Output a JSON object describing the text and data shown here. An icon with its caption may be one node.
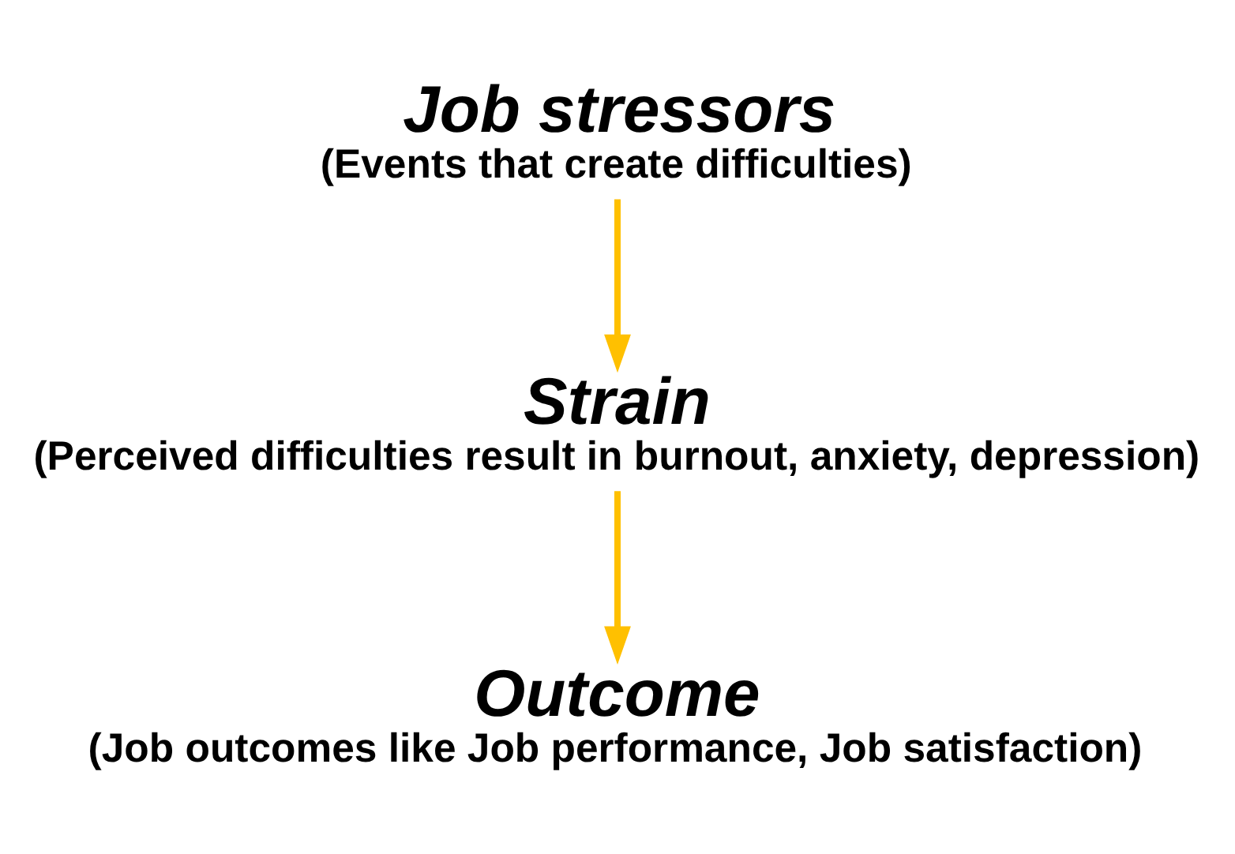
{
  "diagram": {
    "nodes": [
      {
        "text": [
          "Job stressors",
          "(Events that create difficulties)"
        ]
      },
      {
        "text": [
          "Strain",
          "(Perceived difficulties result in burnout, anxiety, depression)"
        ]
      },
      {
        "text": [
          "Outcome",
          "(Job outcomes like Job performance, Job satisfaction)"
        ]
      }
    ],
    "edges": [
      {
        "from": 0,
        "to": 1,
        "arrow": "to"
      },
      {
        "from": 1,
        "to": 2,
        "arrow": "to"
      }
    ]
  }
}
